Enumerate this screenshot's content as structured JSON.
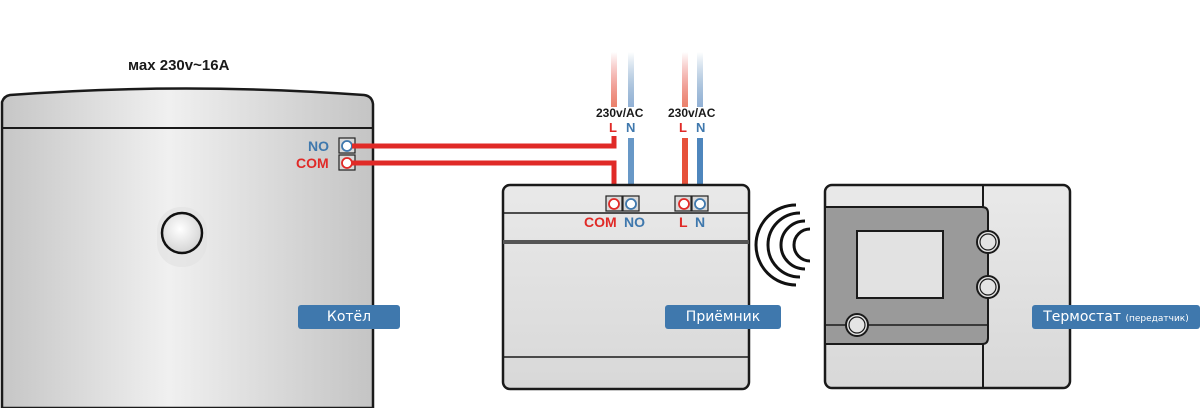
{
  "boiler": {
    "rating_label": "мах 230v~16A",
    "name_label": "Котёл",
    "terminals": [
      {
        "name": "NO",
        "color": "#3f78ad"
      },
      {
        "name": "COM",
        "color": "#e02a27"
      }
    ]
  },
  "receiver": {
    "name_label": "Приёмник",
    "terminals": [
      {
        "name": "COM",
        "color": "#e02a27"
      },
      {
        "name": "NO",
        "color": "#3f78ad"
      },
      {
        "name": "L",
        "color": "#e02a27"
      },
      {
        "name": "N",
        "color": "#3f78ad"
      }
    ],
    "supply": [
      {
        "voltage_label": "230v/AC",
        "l_label": "L",
        "n_label": "N"
      },
      {
        "voltage_label": "230v/AC",
        "l_label": "L",
        "n_label": "N"
      }
    ]
  },
  "thermostat": {
    "name_label": "Термостат",
    "sub_label": "(передатчик)"
  },
  "colors": {
    "live": "#e02a27",
    "neutral": "#3f78ad",
    "label_bg": "#3f78ad"
  }
}
